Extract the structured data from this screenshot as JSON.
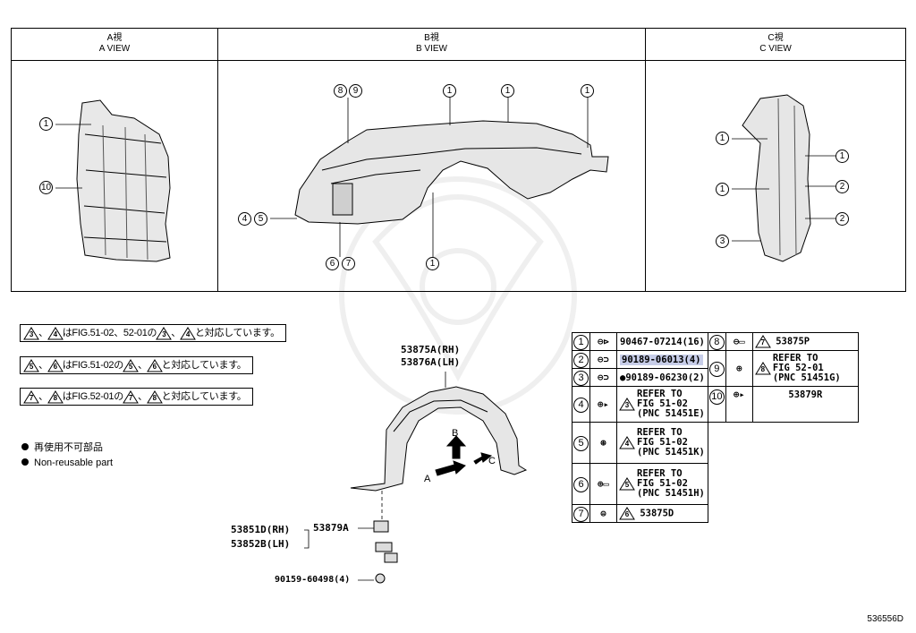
{
  "views": [
    {
      "jp": "A視",
      "en": "A VIEW"
    },
    {
      "jp": "B視",
      "en": "B VIEW"
    },
    {
      "jp": "C視",
      "en": "C VIEW"
    }
  ],
  "view_callouts": {
    "a": [
      "1",
      "10"
    ],
    "b": [
      "8",
      "9",
      "1",
      "1",
      "1",
      "4",
      "5",
      "6",
      "7",
      "1"
    ],
    "c": [
      "1",
      "1",
      "1",
      "2",
      "2",
      "3"
    ]
  },
  "notes": [
    {
      "m1": "3",
      "m2": "4",
      "text": "はFIG.51-02、52-01の",
      "m3": "3",
      "m4": "4",
      "tail": "と対応しています。"
    },
    {
      "m1": "5",
      "m2": "6",
      "text": "はFIG.51-02の",
      "m3": "5",
      "m4": "6",
      "tail": "と対応しています。"
    },
    {
      "m1": "7",
      "m2": "8",
      "text": "はFIG.52-01の",
      "m3": "7",
      "m4": "8",
      "tail": "と対応しています。"
    }
  ],
  "legend": {
    "jp": "再使用不可部品",
    "en": "Non-reusable part"
  },
  "labels": {
    "liner_rh": "53875A(RH)",
    "liner_lh": "53876A(LH)",
    "seal_rh": "53851D(RH)",
    "seal_lh": "53852B(LH)",
    "clip": "53879A",
    "screw": "90159-60498(4)",
    "arrow_a": "A",
    "arrow_b": "B",
    "arrow_c": "C"
  },
  "parts": {
    "r1": {
      "num": "1",
      "code": "90467-07214(16)"
    },
    "r2": {
      "num": "2",
      "code": "90189-06013(4)"
    },
    "r3": {
      "num": "3",
      "code": "●90189-06230(2)"
    },
    "r4": {
      "num": "4",
      "tri": "3",
      "l1": "REFER TO",
      "l2": "FIG 51-02",
      "l3": "(PNC 51451E)"
    },
    "r5": {
      "num": "5",
      "tri": "4",
      "l1": "REFER TO",
      "l2": "FIG 51-02",
      "l3": "(PNC 51451K)"
    },
    "r6": {
      "num": "6",
      "tri": "5",
      "l1": "REFER TO",
      "l2": "FIG 51-02",
      "l3": "(PNC 51451H)"
    },
    "r7": {
      "num": "7",
      "tri": "6",
      "code": "53875D"
    },
    "r8": {
      "num": "8",
      "tri": "7",
      "code": "53875P"
    },
    "r9": {
      "num": "9",
      "tri": "8",
      "l1": "REFER TO",
      "l2": "FIG 52-01",
      "l3": "(PNC 51451G)"
    },
    "r10": {
      "num": "10",
      "code": "53879R"
    }
  },
  "highlight_color": "#c7cde8",
  "footer": "536556D"
}
